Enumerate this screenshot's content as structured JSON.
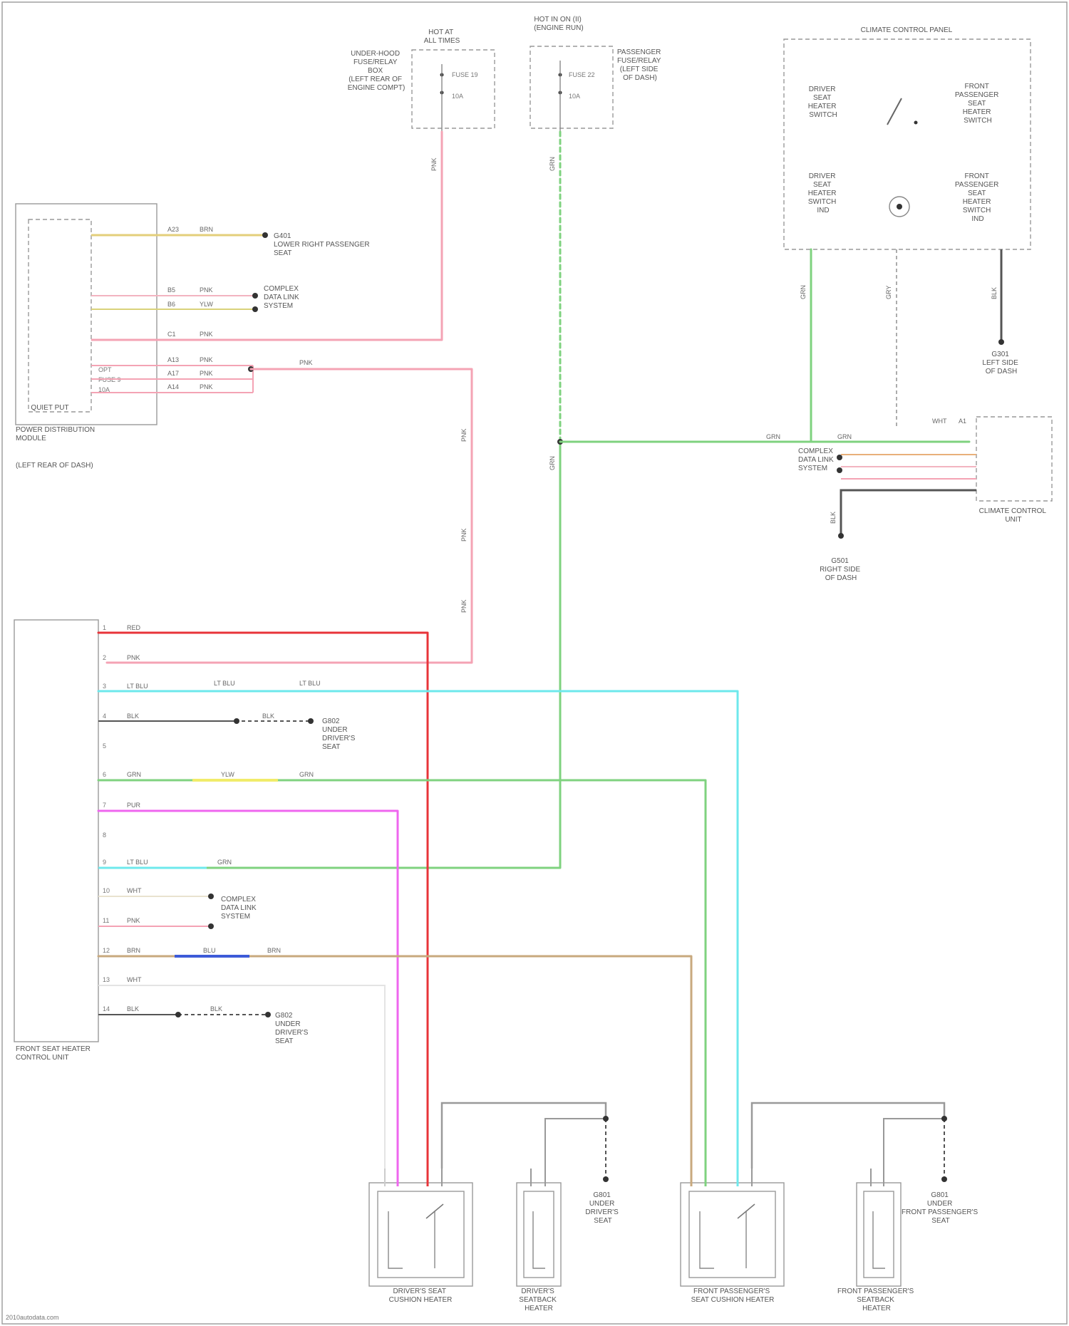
{
  "colors": {
    "red": "#e8343a",
    "pink": "#f4a3b4",
    "green": "#7fd27f",
    "cyan": "#6ee8ec",
    "magenta": "#ef66ef",
    "tan": "#c8a97e",
    "yellow": "#f1ec6a",
    "gray": "#999999",
    "dark_gray": "#555555",
    "blue": "#3d5bd8"
  },
  "labels": {
    "fuse_left": [
      "HOT AT",
      "ALL TIMES"
    ],
    "fuse_left_desc": [
      "UNDER-HOOD",
      "FUSE/RELAY",
      "BOX",
      "(LEFT REAR OF",
      "ENGINE COMPT)"
    ],
    "fuse_right": [
      "HOT IN ON (II)",
      "(ENGINE RUN)"
    ],
    "fuse_right_desc": [
      "PASSENGER",
      "FUSE/RELAY",
      "(LEFT SIDE",
      "OF DASH)"
    ],
    "climate_panel": "CLIMATE CONTROL PANEL",
    "switch_driver_heater": [
      "DRIVER",
      "SEAT",
      "HEATER",
      "SWITCH"
    ],
    "switch_pass_heater": [
      "FRONT",
      "PASSENGER",
      "SEAT",
      "HEATER",
      "SWITCH"
    ],
    "switch_driver_ind": [
      "DRIVER",
      "SEAT",
      "HEATER",
      "SWITCH",
      "IND"
    ],
    "switch_pass_ind": [
      "FRONT",
      "PASSENGER",
      "SEAT",
      "HEATER",
      "SWITCH",
      "IND"
    ],
    "power_dist": [
      "POWER DISTRIBUTION",
      "MODULE"
    ],
    "left_rear": "(LEFT REAR OF DASH)",
    "can_left": [
      "COMPLEX",
      "DATA LINK",
      "SYSTEM"
    ],
    "body_cm": [
      "CLIMATE CONTROL",
      "UNIT"
    ],
    "ground_right": [
      "G501",
      "RIGHT SIDE",
      "OF DASH"
    ],
    "ground_top": [
      "G301",
      "LEFT SIDE",
      "OF DASH"
    ],
    "front_seat_cm": [
      "FRONT SEAT HEATER",
      "CONTROL UNIT"
    ],
    "front_pass_ground": [
      "G501",
      "LOWER RIGHT PASSENGER",
      "SEAT"
    ],
    "can_mid": [
      "COMPLEX",
      "DATA LINK",
      "SYSTEM"
    ],
    "driver_ground": [
      "G802",
      "UNDER",
      "DRIVER'S",
      "SEAT"
    ],
    "driver_ground2": [
      "G802",
      "UNDER",
      "DRIVER'S",
      "SEAT"
    ],
    "driver_cushion": [
      "DRIVER'S SEAT",
      "CUSHION HEATER"
    ],
    "driver_back": [
      "DRIVER'S",
      "SEATBACK",
      "HEATER"
    ],
    "pass_cushion": [
      "FRONT PASSENGER'S",
      "SEAT CUSHION HEATER"
    ],
    "pass_back": [
      "FRONT PASSENGER'S",
      "SEATBACK",
      "HEATER"
    ],
    "driver_seat_g": [
      "G801",
      "UNDER",
      "DRIVER'S",
      "SEAT"
    ],
    "pass_seat_g": [
      "G801",
      "UNDER",
      "FRONT PASSENGER'S",
      "SEAT"
    ],
    "fuse_a": "FUSE 19",
    "fuse_b": "FUSE 22",
    "footer": "2010autodata.com"
  },
  "wire_codes": {
    "pnk": "PNK",
    "grn": "GRN",
    "red": "RED",
    "lt_blu": "LT BLU",
    "blu": "BLU",
    "brn": "BRN",
    "ylw": "YLW",
    "wht": "WHT",
    "gry": "GRY",
    "blk": "BLK",
    "pur": "PUR"
  }
}
